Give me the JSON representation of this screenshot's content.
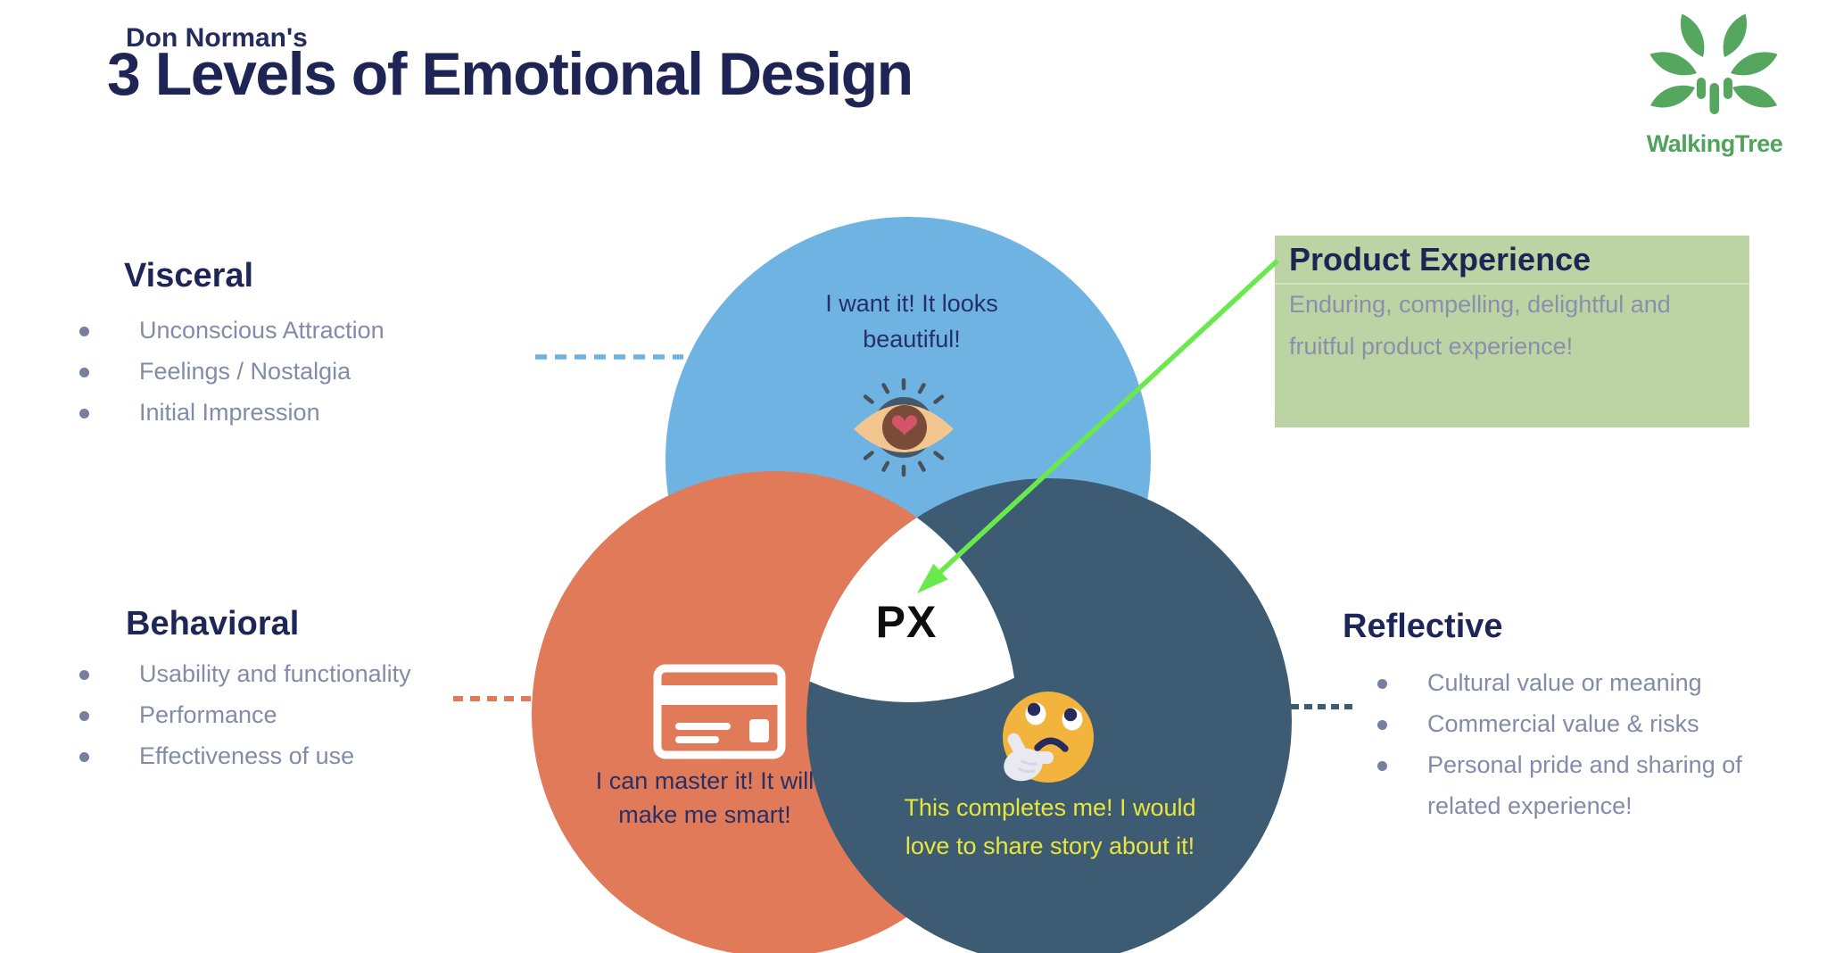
{
  "slide": {
    "pretitle": "Don Norman's",
    "title": "3 Levels of Emotional Design"
  },
  "logo": {
    "wordmark": "WalkingTree"
  },
  "levels": {
    "visceral": {
      "heading": "Visceral",
      "items": [
        "Unconscious Attraction",
        "Feelings / Nostalgia",
        "Initial Impression"
      ],
      "quote_line1": "I want it! It looks",
      "quote_line2": "beautiful!"
    },
    "behavioral": {
      "heading": "Behavioral",
      "items": [
        "Usability and functionality",
        "Performance",
        "Effectiveness of use"
      ],
      "quote_line1": "I can master it! It will",
      "quote_line2": "make me smart!"
    },
    "reflective": {
      "heading": "Reflective",
      "items": [
        "Cultural value or meaning",
        "Commercial value & risks",
        "Personal pride and sharing of related experience!"
      ],
      "quote_line1": "This completes me! I would",
      "quote_line2": "love to share story about it!"
    }
  },
  "callout": {
    "title": "Product Experience",
    "body_line1": "Enduring, compelling, delightful and",
    "body_line2": "fruitful product experience!"
  },
  "center": {
    "label": "PX"
  },
  "colors": {
    "visceral_blue": "#6FB3E3",
    "behavioral_orange": "#E07A59",
    "reflective_navy": "#3D5C74",
    "callout_green": "#BCD3A3",
    "arrow_green": "#69E94C",
    "heading_navy": "#1E2657",
    "body_gray": "#828BA8",
    "quote_navy": "#273066",
    "quote_yellow": "#E9E63B",
    "px_black": "#0E0E0E",
    "logo_green": "#4FA45B"
  }
}
